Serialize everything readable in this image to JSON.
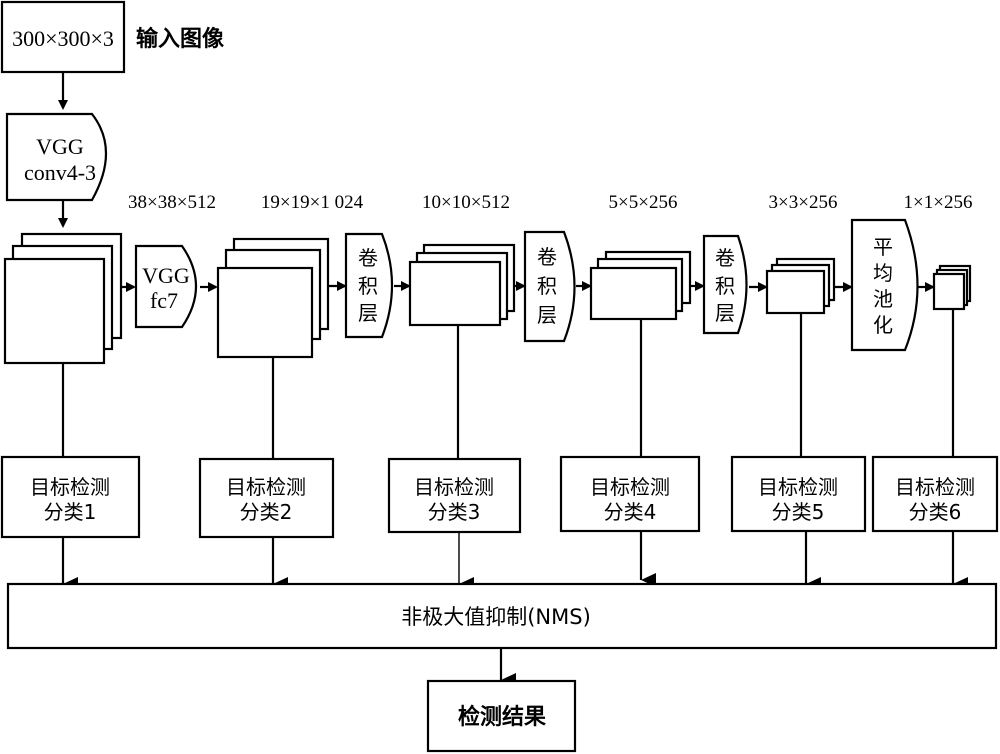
{
  "input": {
    "size_label": "300×300×3",
    "title": "输入图像"
  },
  "vgg_conv": {
    "line1": "VGG",
    "line2": "conv4-3"
  },
  "vgg_fc": {
    "line1": "VGG",
    "line2": "fc7"
  },
  "feature_sizes": [
    "38×38×512",
    "19×19×1 024",
    "10×10×512",
    "5×5×256",
    "3×3×256",
    "1×1×256"
  ],
  "conv_layer": {
    "chars": [
      "卷",
      "积",
      "层"
    ]
  },
  "avg_pool": {
    "chars": [
      "平",
      "均",
      "池",
      "化"
    ]
  },
  "detectors": [
    {
      "line1": "目标检测",
      "line2": "分类1"
    },
    {
      "line1": "目标检测",
      "line2": "分类2"
    },
    {
      "line1": "目标检测",
      "line2": "分类3"
    },
    {
      "line1": "目标检测",
      "line2": "分类4"
    },
    {
      "line1": "目标检测",
      "line2": "分类5"
    },
    {
      "line1": "目标检测",
      "line2": "分类6"
    }
  ],
  "nms": {
    "label": "非极大值抑制(NMS)"
  },
  "result": {
    "label": "检测结果"
  }
}
